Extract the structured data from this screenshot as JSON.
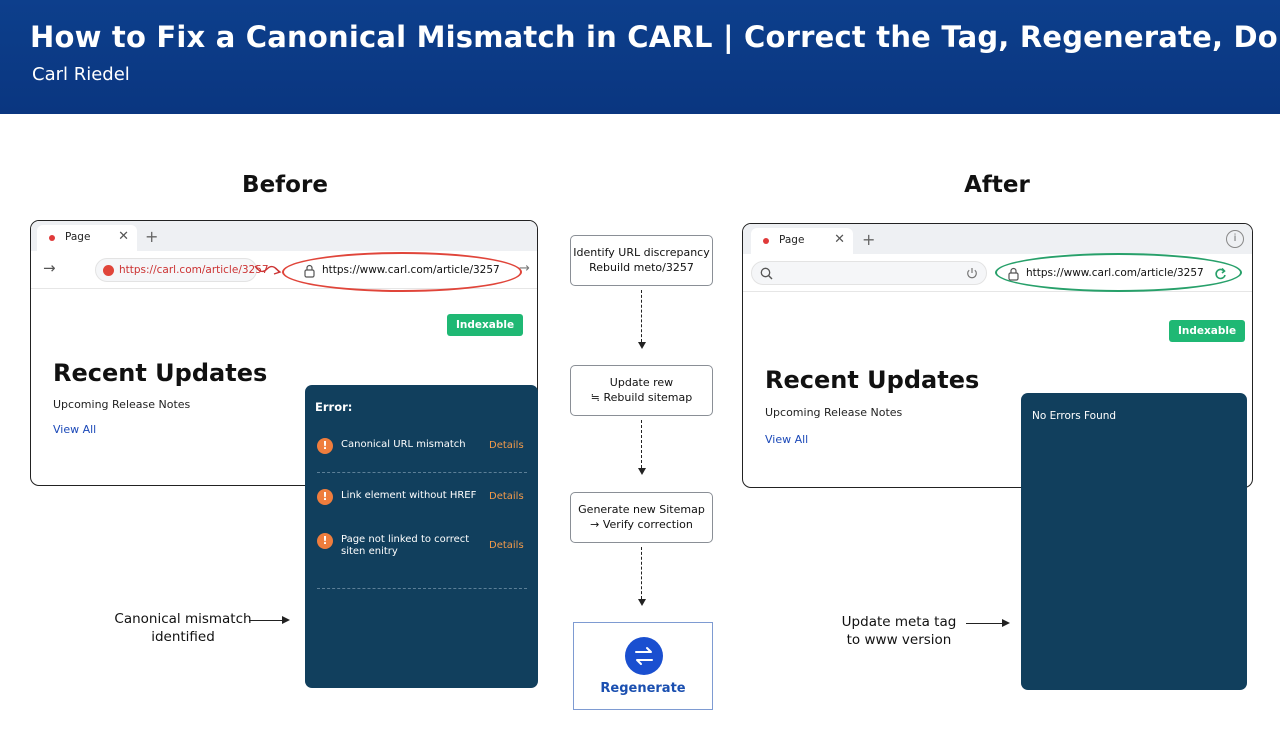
{
  "header": {
    "title": "How to Fix a Canonical Mismatch in CARL | Correct the Tag, Regenerate, Done",
    "author": "Carl Riedel"
  },
  "before": {
    "heading": "Before",
    "tab_label": "Page",
    "tab_close": "✕",
    "tab_plus": "+",
    "nav_forward": "→",
    "url_wrong": "https://carl.com/article/3257",
    "url_canonical": "https://www.carl.com/article/3257",
    "indexable": "Indexable",
    "recent_title": "Recent Updates",
    "recent_sub": "Upcoming Release Notes",
    "view_all": "View All",
    "error_panel": {
      "heading": "Error:",
      "items": [
        {
          "icon": "!",
          "text": "Canonical URL mismatch",
          "detail": "Details"
        },
        {
          "icon": "!",
          "text": "Link element without HREF",
          "detail": "Details"
        },
        {
          "icon": "!",
          "text": "Page not linked to correct siten enitry",
          "detail": "Details"
        }
      ]
    },
    "caption": "Canonical mismatch identified"
  },
  "steps": {
    "items": [
      {
        "line1": "Identify URL discrepancy",
        "line2": "Rebuild meto/3257"
      },
      {
        "line1": "Update rew",
        "line2": "≒ Rebuild sitemap"
      },
      {
        "line1": "Generate new Sitemap",
        "line2": "→ Verify correction"
      }
    ],
    "regenerate_label": "Regenerate"
  },
  "after": {
    "heading": "After",
    "tab_label": "Page",
    "tab_close": "✕",
    "tab_plus": "+",
    "url": "https://www.carl.com/article/3257",
    "indexable": "Indexable",
    "recent_title": "Recent Updates",
    "recent_sub": "Upcoming Release Notes",
    "view_all": "View All",
    "status": "No Errors Found",
    "caption": "Update meta tag to www version"
  },
  "colors": {
    "banner": "#0d3f8c",
    "panel": "#113f5d",
    "indexable": "#1fb874",
    "error_oval": "#e0453a",
    "success_oval": "#27a06a",
    "warning": "#ef7d3d",
    "regenerate": "#1a4fd0"
  }
}
